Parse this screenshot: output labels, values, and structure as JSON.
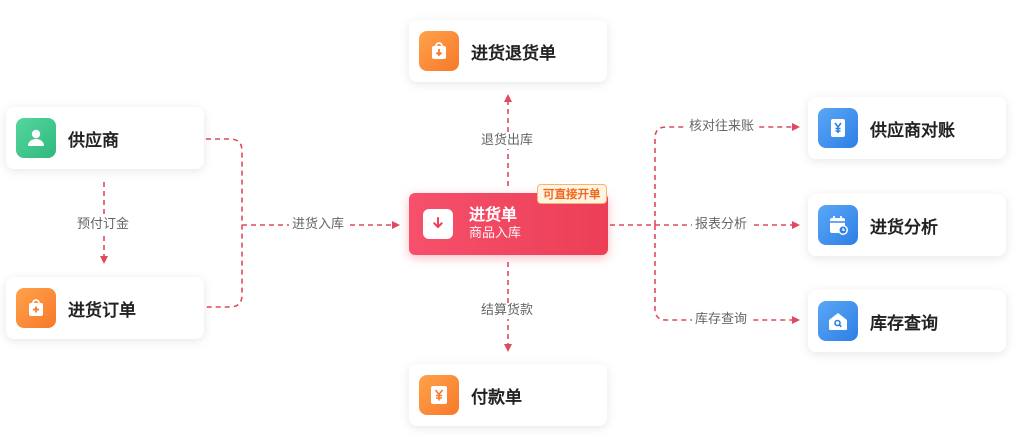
{
  "colors": {
    "accent": "#ec4058",
    "arrow": "#e04a5e"
  },
  "main_node": {
    "title": "进货单",
    "subtitle": "商品入库",
    "badge": "可直接开单",
    "icon": "download-arrow-icon"
  },
  "nodes": {
    "supplier": {
      "label": "供应商",
      "icon": "person-icon"
    },
    "purchase_order": {
      "label": "进货订单",
      "icon": "bag-plus-icon"
    },
    "purchase_return": {
      "label": "进货退货单",
      "icon": "bag-arrow-icon"
    },
    "payment": {
      "label": "付款单",
      "icon": "yen-icon"
    },
    "supplier_reconcile": {
      "label": "供应商对账",
      "icon": "yen-doc-icon"
    },
    "purchase_analysis": {
      "label": "进货分析",
      "icon": "calendar-chart-icon"
    },
    "inventory_query": {
      "label": "库存查询",
      "icon": "house-search-icon"
    }
  },
  "edges": {
    "prepay": "预付订金",
    "inbound": "进货入库",
    "return_out": "退货出库",
    "settle": "结算货款",
    "reconcile": "核对往来账",
    "report": "报表分析",
    "stock": "库存查询"
  }
}
